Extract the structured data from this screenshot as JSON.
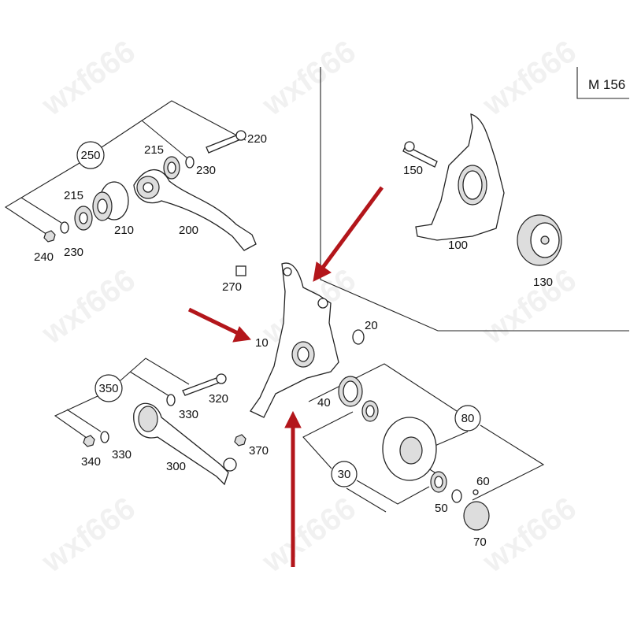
{
  "diagram": {
    "model_tag": "M 156",
    "watermark": "wxf666",
    "accent_color": "#b3161b",
    "group_callouts": [
      "250",
      "350",
      "80",
      "30"
    ],
    "part_labels": {
      "p220": "220",
      "p215a": "215",
      "p230a": "230",
      "p215b": "215",
      "p210": "210",
      "p200": "200",
      "p240": "240",
      "p230b": "230",
      "p270": "270",
      "p150": "150",
      "p100": "100",
      "p130": "130",
      "p20": "20",
      "p10": "10",
      "p320": "320",
      "p330a": "330",
      "p340": "340",
      "p330b": "330",
      "p300": "300",
      "p370": "370",
      "p40": "40",
      "p60": "60",
      "p50": "50",
      "p70": "70"
    }
  }
}
